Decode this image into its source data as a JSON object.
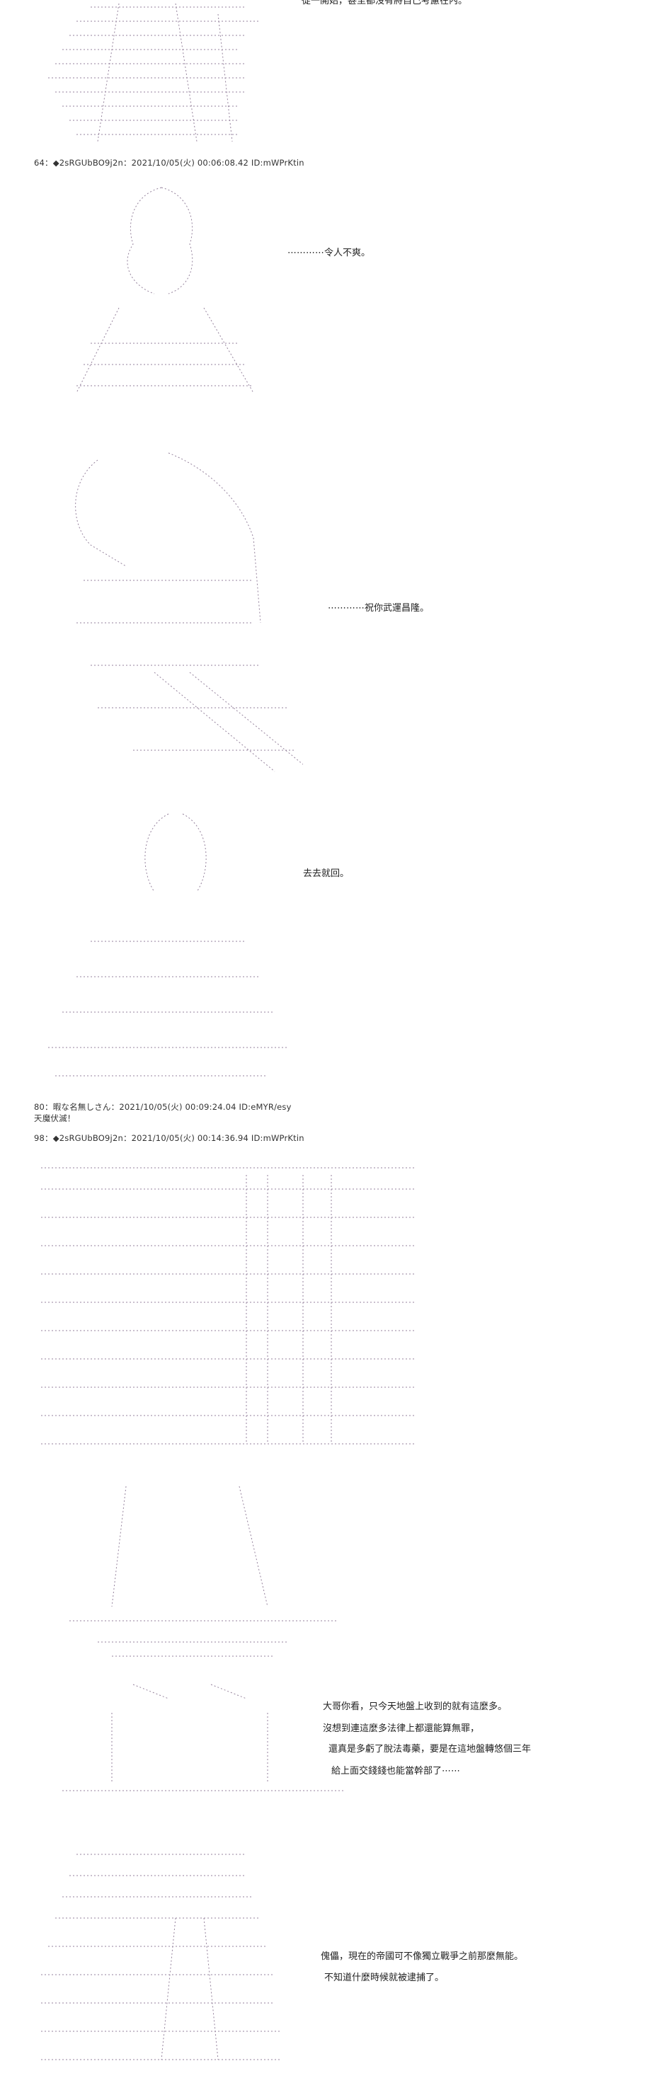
{
  "posts": [
    {
      "id": "post-64",
      "header": "64：◆2sRGUbBO9j2n：2021/10/05(火) 00:06:08.42 ID:mWPrKtin",
      "lines": [
        "⋯⋯⋯⋯令人不爽。",
        "⋯⋯⋯⋯祝你武運昌隆。",
        "去去就回。"
      ]
    },
    {
      "id": "post-80",
      "header": "80：暇な名無しさん：2021/10/05(火) 00:09:24.04 ID:eMYR/esy",
      "lines": [
        "天魔伏滅！"
      ]
    },
    {
      "id": "post-98",
      "header": "98：◆2sRGUbBO9j2n：2021/10/05(火) 00:14:36.94 ID:mWPrKtin",
      "lines": [
        "大哥你看，只今天地盤上收到的就有這麼多。",
        "沒想到連這麼多法律上都還能算無罪，",
        "還真是多虧了脫法毒藥，要是在這地盤轉悠個三年",
        "給上面交錢錢也能當幹部了⋯⋯",
        "傀儡，現在的帝國可不像獨立戰爭之前那麼無能。",
        "不知道什麼時候就被逮捕了。"
      ]
    }
  ],
  "top_fragment": "從一開始，甚至都沒有將自己考慮在內。"
}
